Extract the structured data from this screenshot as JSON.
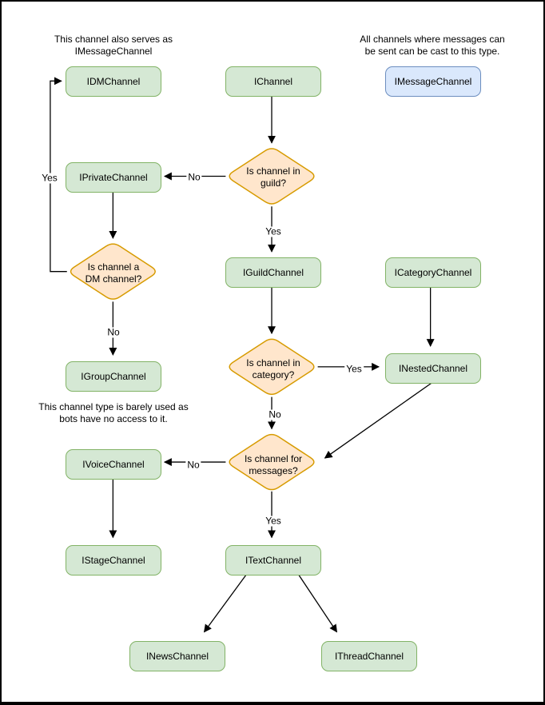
{
  "annotations": {
    "dm_serves": "This channel also serves as\nIMessageChannel",
    "message_cast": "All channels where messages can\nbe sent can be cast to this type.",
    "group_usage": "This channel type is barely used as\nbots have no access to it."
  },
  "nodes": {
    "idm": {
      "label": "IDMChannel"
    },
    "ichannel": {
      "label": "IChannel"
    },
    "imessage": {
      "label": "IMessageChannel"
    },
    "iprivate": {
      "label": "IPrivateChannel"
    },
    "iguild": {
      "label": "IGuildChannel"
    },
    "icategory": {
      "label": "ICategoryChannel"
    },
    "igroup": {
      "label": "IGroupChannel"
    },
    "inested": {
      "label": "INestedChannel"
    },
    "ivoice": {
      "label": "IVoiceChannel"
    },
    "istage": {
      "label": "IStageChannel"
    },
    "itext": {
      "label": "ITextChannel"
    },
    "inews": {
      "label": "INewsChannel"
    },
    "ithread": {
      "label": "IThreadChannel"
    }
  },
  "decisions": {
    "in_guild": {
      "label": "Is channel in\nguild?"
    },
    "is_dm": {
      "label": "Is channel a\nDM channel?"
    },
    "in_category": {
      "label": "Is channel in\ncategory?"
    },
    "for_messages": {
      "label": "Is channel for\nmessages?"
    }
  },
  "edge_labels": {
    "guild_no": "No",
    "guild_yes": "Yes",
    "dm_yes": "Yes",
    "dm_no": "No",
    "category_yes": "Yes",
    "category_no": "No",
    "messages_no": "No",
    "messages_yes": "Yes"
  },
  "colors": {
    "node_fill": "#d5e8d4",
    "node_border": "#82b366",
    "decision_fill": "#ffe6cc",
    "decision_border": "#d79b00",
    "message_node_fill": "#dae8fc",
    "message_node_border": "#6c8ebf",
    "edge": "#000000",
    "background": "#ffffff"
  }
}
